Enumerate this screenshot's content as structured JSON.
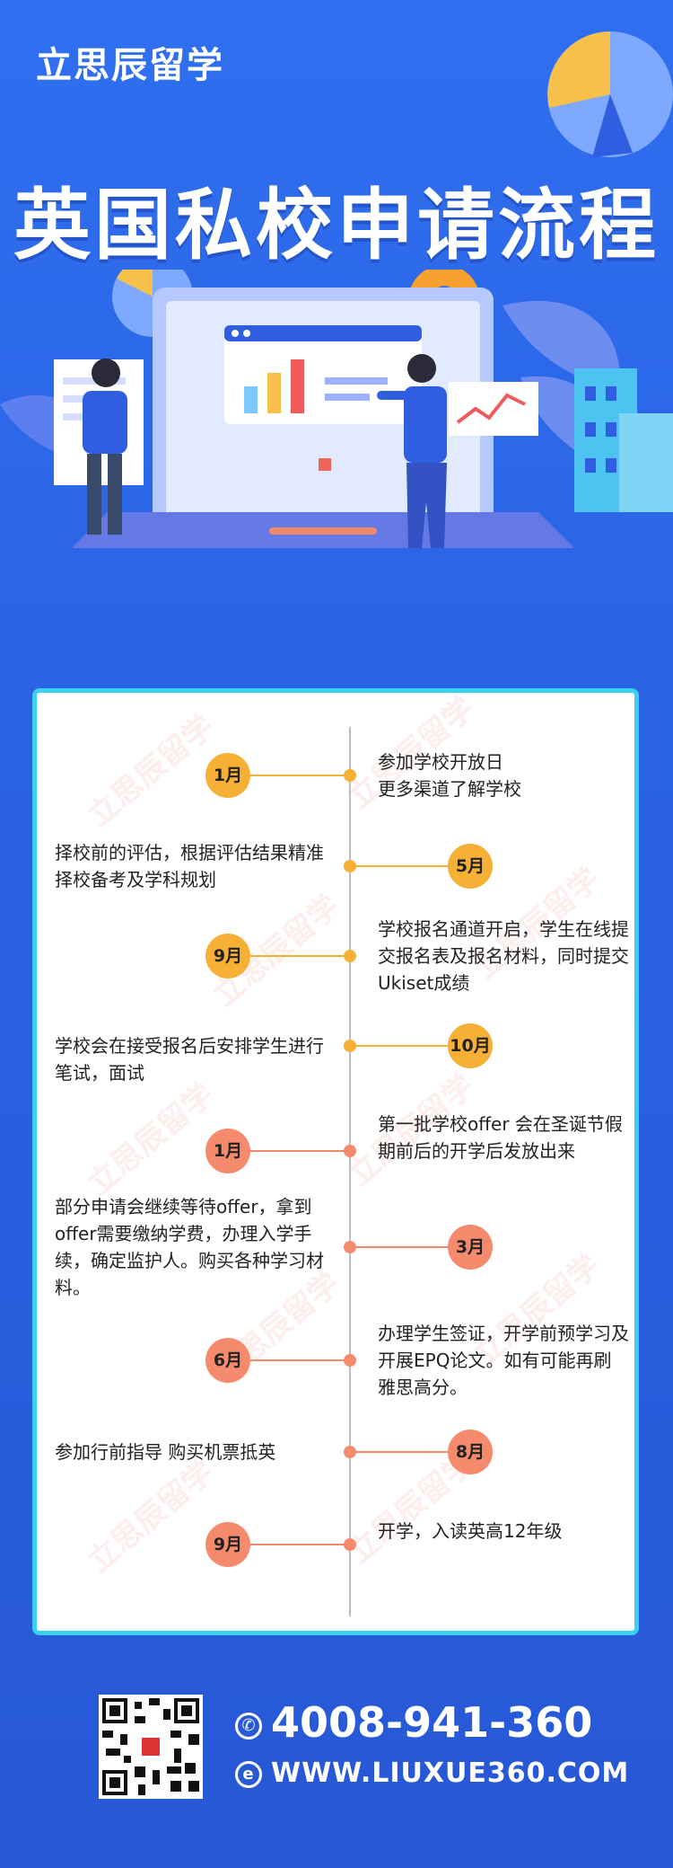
{
  "brand": "立思辰留学",
  "title": "英国私校申请流程",
  "timeline": [
    {
      "month": "1月",
      "side": "right",
      "text": "参加学校开放日\n更多渠道了解学校",
      "color": "#f5b035"
    },
    {
      "month": "5月",
      "side": "left",
      "text": "择校前的评估，根据评估结果精准择校备考及学科规划",
      "color": "#f5b035"
    },
    {
      "month": "9月",
      "side": "right",
      "text": "学校报名通道开启，学生在线提交报名表及报名材料，同时提交Ukiset成绩",
      "color": "#f5b035"
    },
    {
      "month": "10月",
      "side": "left",
      "text": "学校会在接受报名后安排学生进行笔试，面试",
      "color": "#f5b035"
    },
    {
      "month": "1月",
      "side": "right",
      "text": "第一批学校offer 会在圣诞节假期前后的开学后发放出来",
      "color": "#f58a6c"
    },
    {
      "month": "3月",
      "side": "left",
      "text": "部分申请会继续等待offer，拿到offer需要缴纳学费，办理入学手续，确定监护人。购买各种学习材料。",
      "color": "#f58a6c"
    },
    {
      "month": "6月",
      "side": "right",
      "text": "办理学生签证，开学前预学习及开展EPQ论文。如有可能再刷雅思高分。",
      "color": "#f58a6c"
    },
    {
      "month": "8月",
      "side": "left",
      "text": "参加行前指导 购买机票抵英",
      "color": "#f58a6c"
    },
    {
      "month": "9月",
      "side": "right",
      "text": "开学，入读英高12年级",
      "color": "#f58a6c"
    }
  ],
  "watermark": "立思辰留学",
  "contact": {
    "phone": "4008-941-360",
    "website": "WWW.LIUXUE360.COM"
  },
  "icons": {
    "phone": "phone-icon",
    "web": "web-icon"
  }
}
